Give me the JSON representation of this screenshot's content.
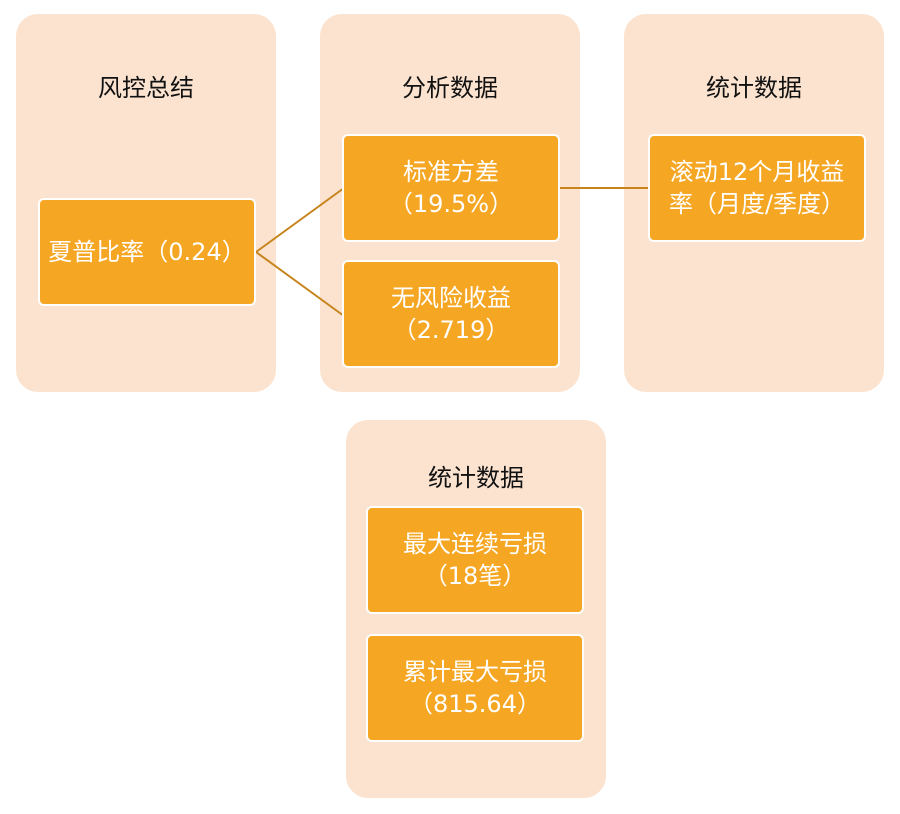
{
  "colors": {
    "panel_bg": "#fbe3d0",
    "node_bg": "#f5a623",
    "node_text": "#ffffff",
    "connector": "#c8841c"
  },
  "panels": {
    "risk_summary": {
      "title": "风控总结"
    },
    "analysis": {
      "title": "分析数据"
    },
    "stats_top": {
      "title": "统计数据"
    },
    "stats_bottom": {
      "title": "统计数据"
    }
  },
  "nodes": {
    "sharpe": {
      "line1": "夏普比率（0.24）"
    },
    "std_dev": {
      "line1": "标准方差",
      "line2": "（19.5%）"
    },
    "risk_free": {
      "line1": "无风险收益",
      "line2": "（2.719）"
    },
    "rolling": {
      "line1": "滚动12个月收益",
      "line2": "率（月度/季度）"
    },
    "max_losses": {
      "line1": "最大连续亏损",
      "line2": "（18笔）"
    },
    "cum_loss": {
      "line1": "累计最大亏损",
      "line2": "（815.64）"
    }
  }
}
